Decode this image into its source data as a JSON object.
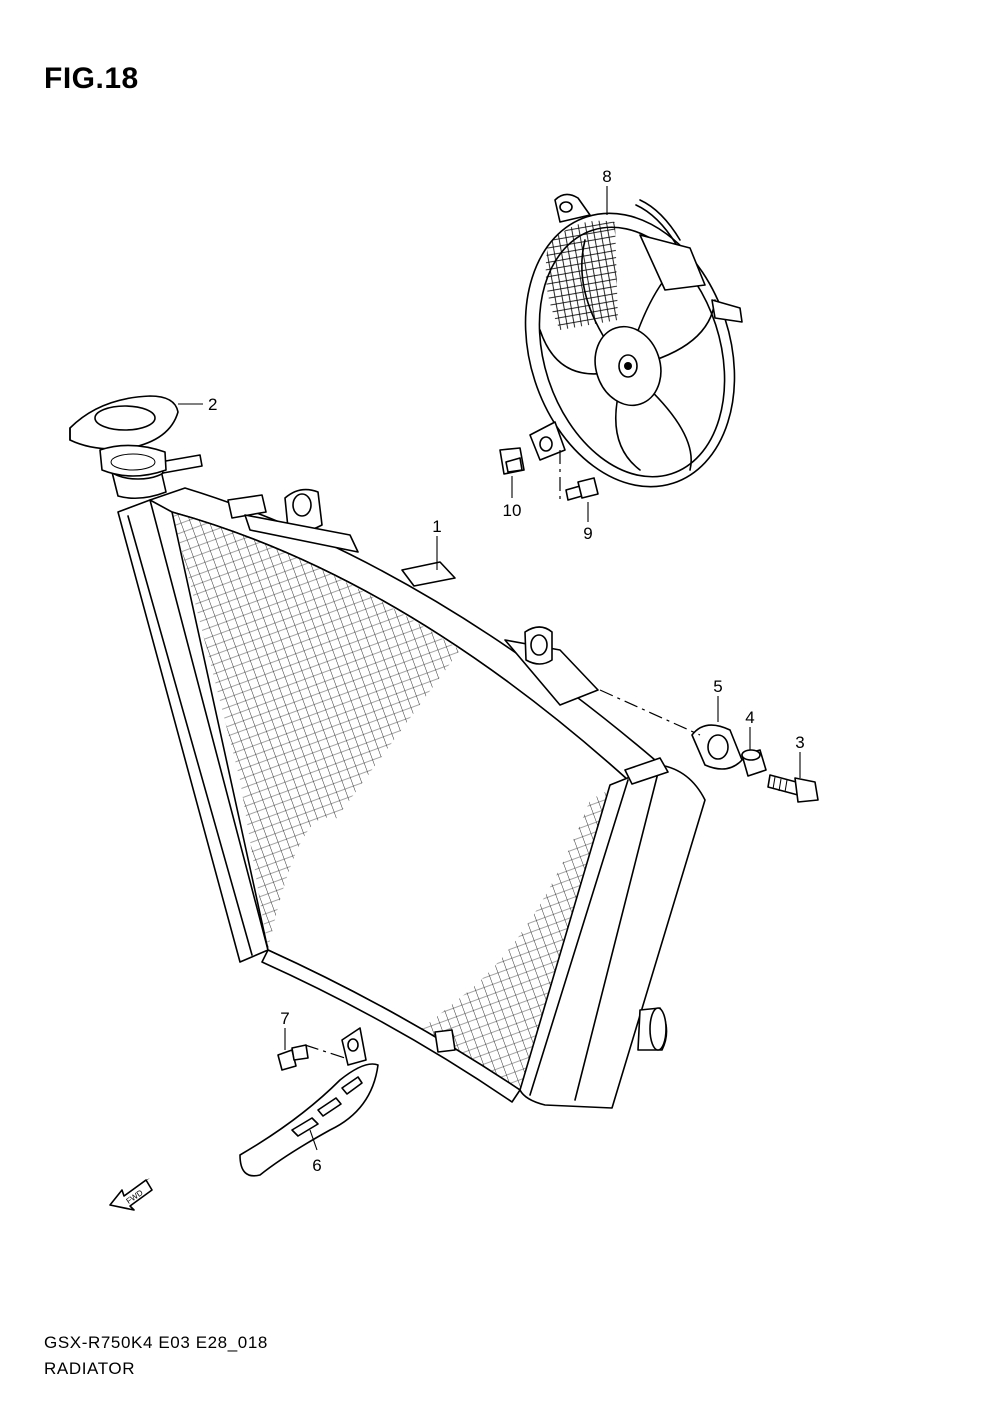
{
  "figure": {
    "title": "FIG.18",
    "model_code": "GSX-R750K4 E03 E28_018",
    "name": "RADIATOR"
  },
  "callouts": [
    "1",
    "2",
    "3",
    "4",
    "5",
    "6",
    "7",
    "8",
    "9",
    "10"
  ],
  "fwd_label": "FWD"
}
